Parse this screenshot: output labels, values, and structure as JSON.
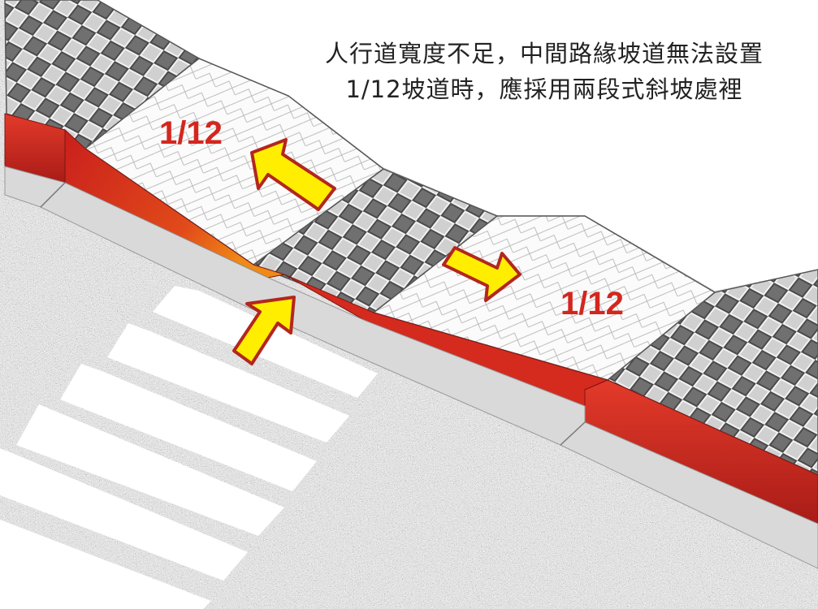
{
  "caption": {
    "line1": "人行道寬度不足，中間路緣坡道無法設置",
    "line2": "1/12坡道時，應採用兩段式斜坡處裡"
  },
  "slope_labels": {
    "left": "1/12",
    "right": "1/12"
  },
  "colors": {
    "curb_red": "#d42a1f",
    "curb_red_dark": "#9a1d18",
    "ramp_orange": "#ef7a14",
    "arrow_fill": "#ffee00",
    "arrow_outline": "#b3261e",
    "label_red": "#d3271e",
    "gutter_gray": "#d9d9d9",
    "asphalt_dark": "#333333",
    "crosswalk_white": "#ffffff"
  },
  "icons": {
    "arrow_up_left": "arrow-up-left-icon",
    "arrow_down_right": "arrow-down-right-icon",
    "arrow_up_right": "arrow-up-right-icon"
  }
}
